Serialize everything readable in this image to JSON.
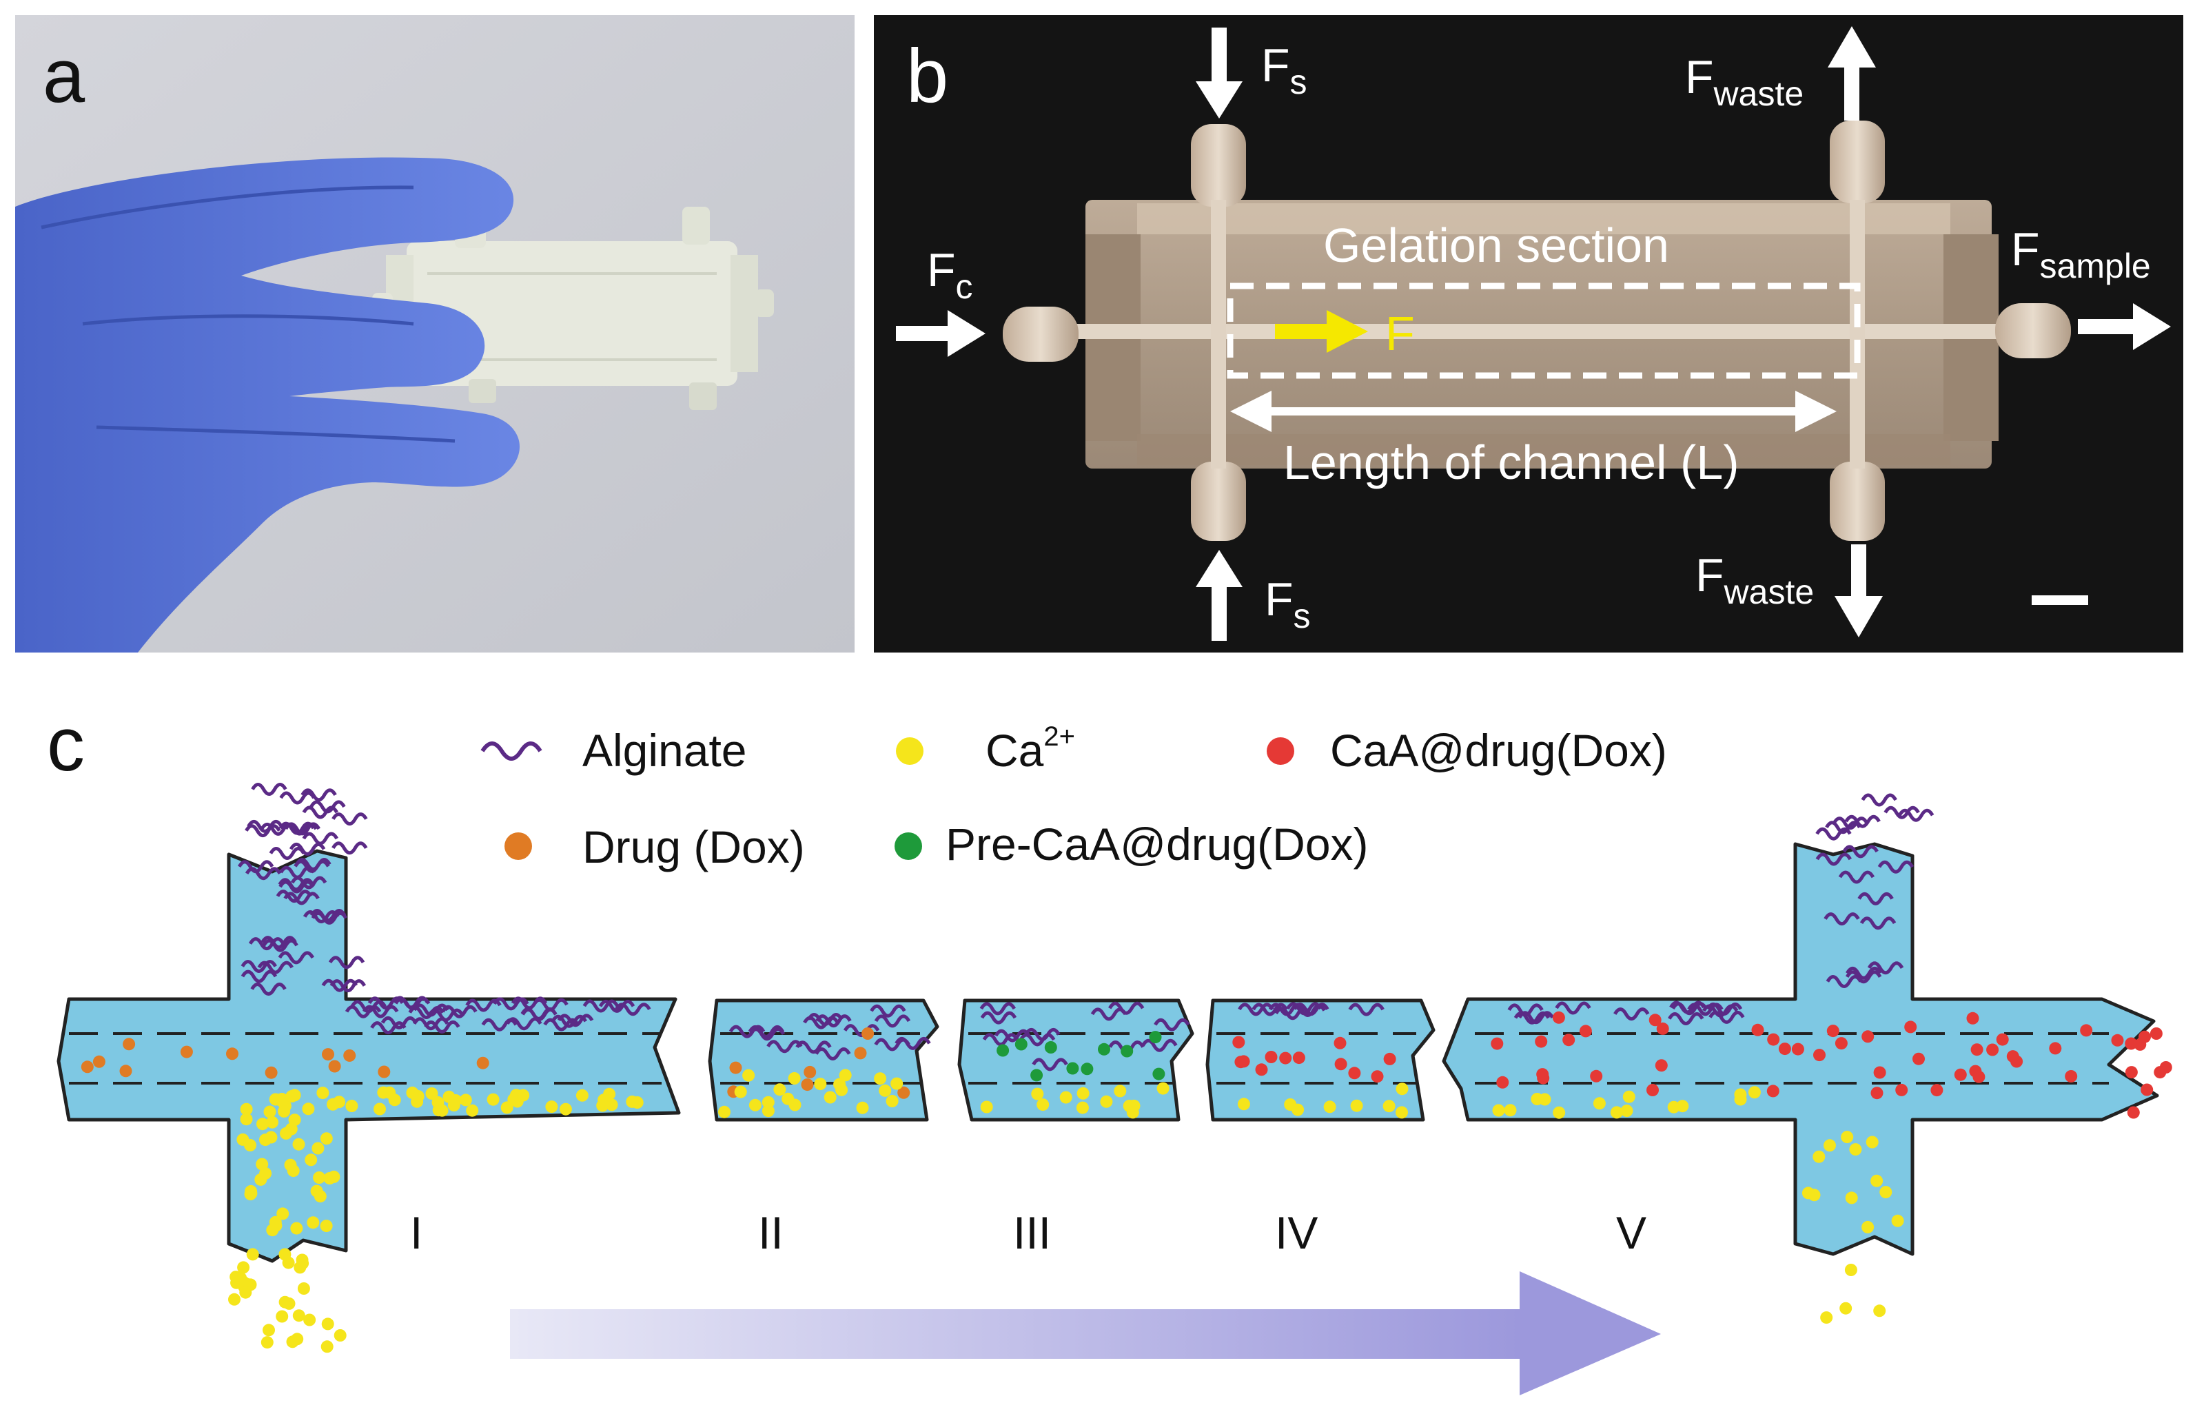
{
  "panels": {
    "a": {
      "label": "a"
    },
    "b": {
      "label": "b",
      "fs_base": "F",
      "fs_sub": "s",
      "fwaste_base": "F",
      "fwaste_sub": "waste",
      "fc_base": "F",
      "fc_sub": "c",
      "fsample_base": "F",
      "fsample_sub": "sample",
      "gelation_label": "Gelation section",
      "flow_label": "F",
      "length_label": "Length of channel (L)"
    },
    "c": {
      "label": "c",
      "legend": {
        "alginate": "Alginate",
        "ca_base": "Ca",
        "ca_sup": "2+",
        "caa_drug": "CaA@drug(Dox)",
        "drug": "Drug (Dox)",
        "pre_caa": "Pre-CaA@drug(Dox)"
      },
      "stages": [
        "I",
        "II",
        "III",
        "IV",
        "V"
      ]
    }
  },
  "colors": {
    "channel_fluid": "#7ec8e3",
    "alginate": "#5b2a86",
    "calcium": "#f5e51b",
    "drug": "#e07b24",
    "pre_caa": "#1e9a3a",
    "caa_drug": "#e53935",
    "flow_arrow": "#f5e800",
    "stage_arrow": "#9c98dc",
    "photo_b_bg": "#141414"
  }
}
